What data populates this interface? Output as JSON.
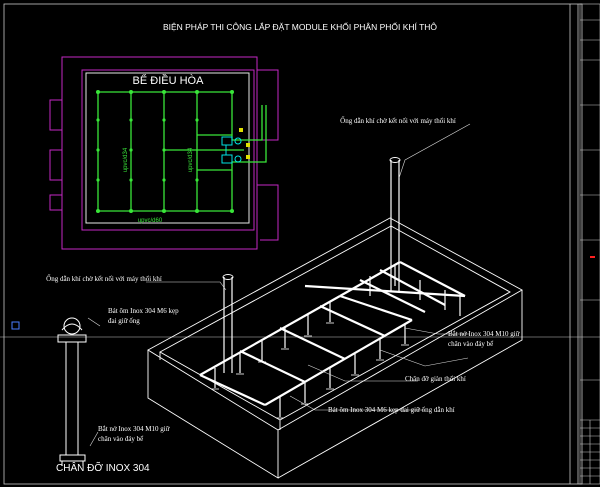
{
  "drawing": {
    "title": "BIỆN PHÁP THI CÔNG LẮP ĐẶT MODULE KHỐI PHÂN PHỐI KHÍ THÔ",
    "plan": {
      "tank_label": "BỂ ĐIỀU HÒA",
      "pipe_label_1": "upvc/d34",
      "pipe_label_2": "upvc/d34",
      "pipe_label_3": "upvc/d60"
    },
    "iso_notes": {
      "top_pipe": "Ống dẫn khí chờ kết nối với máy thổi khí",
      "left_pipe": "Ống dẫn khí chờ kết nối với máy thổi khí",
      "clamp_right": "Bát ôm Inox 304 M6 kẹp đai giữ ống dẫn khí",
      "anchor_right_1": "Bắt nở Inox 304 M10 giữ",
      "anchor_right_2": "chân vào đáy bể",
      "support_right": "Chân đỡ giàn thổi khí"
    },
    "detail": {
      "clamp_1": "Bát ôm Inox 304 M6 kẹp",
      "clamp_2": "đai giữ ống",
      "anchor_1": "Bắt nở Inox 304 M10 giữ",
      "anchor_2": "chân vào đáy bể",
      "caption": "CHÂN ĐỠ INOX 304"
    },
    "colors": {
      "background": "#000000",
      "line": "#ffffff",
      "wall": "#c428c4",
      "pipe": "#39e639",
      "fitting": "#00e5e5",
      "marker": "#e0e000",
      "frame": "#c8c8c8",
      "tick": "#ff2020"
    }
  }
}
